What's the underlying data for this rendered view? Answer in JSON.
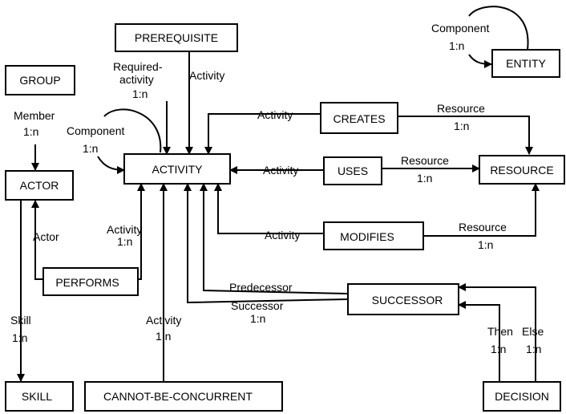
{
  "entities": {
    "prerequisite": "PREREQUISITE",
    "group": "GROUP",
    "entity": "ENTITY",
    "creates": "CREATES",
    "activity": "ACTIVITY",
    "uses": "USES",
    "resource": "RESOURCE",
    "actor": "ACTOR",
    "modifies": "MODIFIES",
    "performs": "PERFORMS",
    "successor": "SUCCESSOR",
    "skill": "SKILL",
    "cannot_be_concurrent": "CANNOT-BE-CONCURRENT",
    "decision": "DECISION"
  },
  "labels": {
    "entity_component": "Component",
    "entity_component_card": "1:n",
    "prereq_required": "Required-",
    "prereq_required2": "activity",
    "prereq_required_card": "1:n",
    "prereq_activity": "Activity",
    "group_member": "Member",
    "group_member_card": "1:n",
    "activity_component": "Component",
    "activity_component_card": "1:n",
    "creates_activity": "Activity",
    "creates_resource": "Resource",
    "creates_resource_card": "1:n",
    "uses_activity": "Activity",
    "uses_resource": "Resource",
    "uses_resource_card": "1:n",
    "modifies_activity": "Activity",
    "modifies_resource": "Resource",
    "modifies_resource_card": "1:n",
    "performs_actor": "Actor",
    "performs_activity": "Activity",
    "performs_activity_card": "1:n",
    "successor_predecessor": "Predecessor",
    "successor_successor": "Successor",
    "successor_successor_card": "1:n",
    "actor_skill": "Skill",
    "actor_skill_card": "1:n",
    "cbc_activity": "Activity",
    "cbc_activity_card": "1:n",
    "decision_then": "Then",
    "decision_then_card": "1:n",
    "decision_else": "Else",
    "decision_else_card": "1:n"
  }
}
